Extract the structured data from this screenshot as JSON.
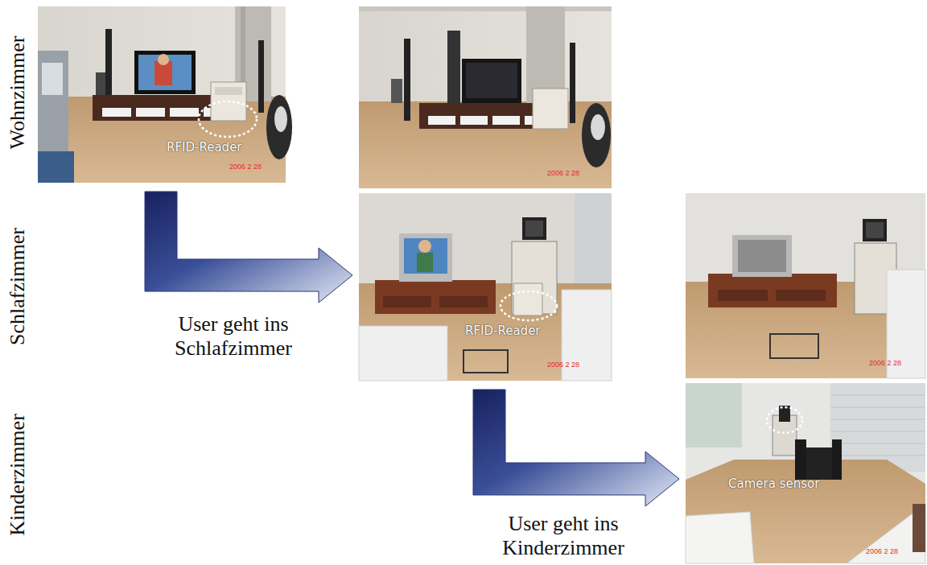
{
  "diagram": {
    "nodes": [
      {
        "text": [
          "RFID-Reader",
          "2006 2 28"
        ]
      },
      {
        "text": [
          "2006 2 28"
        ]
      },
      {
        "text": [
          "RFID-Reader",
          "2006 2 28"
        ]
      },
      {
        "text": [
          "2006 2 28"
        ]
      },
      {
        "text": [
          "Camera sensor",
          "2006 2 28"
        ]
      }
    ],
    "edges": [
      {
        "from": 0,
        "to": 2,
        "label": "User geht ins Schlafzimmer",
        "arrow": "to"
      },
      {
        "from": 2,
        "to": 4,
        "label": "User geht ins Kinderzimmer",
        "arrow": "to"
      }
    ],
    "labels": [
      "Wohnzimmer",
      "Schlafzimmer",
      "Kinderzimmer"
    ]
  }
}
